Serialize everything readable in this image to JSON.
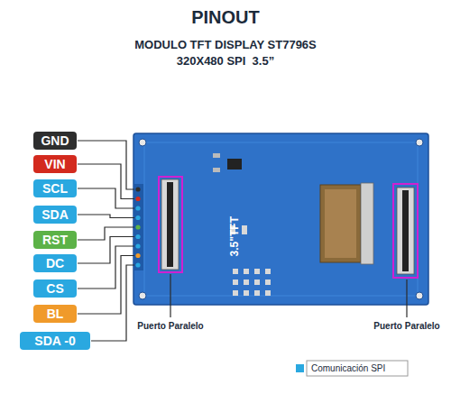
{
  "diagram": {
    "title": "PINOUT",
    "nodes": [
      {
        "text": [
          "GND"
        ]
      },
      {
        "text": [
          "VIN"
        ]
      },
      {
        "text": [
          "SCL"
        ]
      },
      {
        "text": [
          "SDA"
        ]
      },
      {
        "text": [
          "RST"
        ]
      },
      {
        "text": [
          "DC"
        ]
      },
      {
        "text": [
          "CS"
        ]
      },
      {
        "text": [
          "BL"
        ]
      },
      {
        "text": [
          "SDA -0"
        ]
      }
    ],
    "labels": [
      "MODULO TFT DISPLAY ST7796S",
      "320X480 SPI  3.5”",
      "3.5\"TFT",
      "Puerto Paralelo",
      "Puerto Paralelo"
    ],
    "legend": [
      {
        "text": "Comunicación SPI",
        "color": "#2aa8e0"
      }
    ]
  }
}
